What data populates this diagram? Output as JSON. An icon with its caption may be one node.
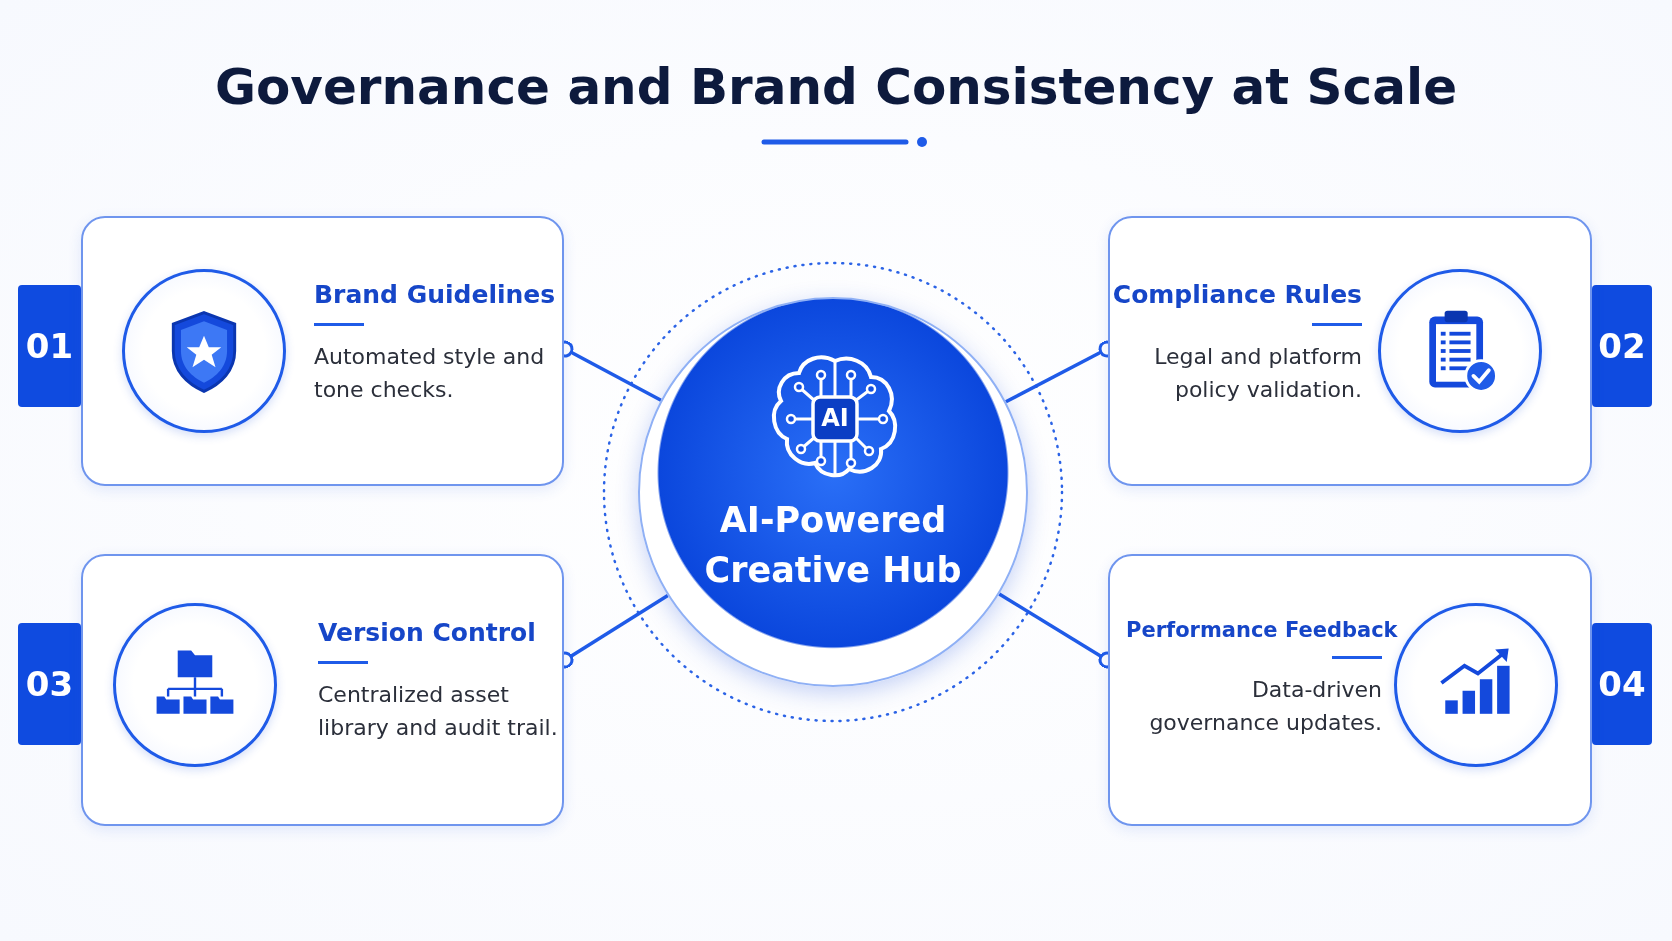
{
  "diagram": {
    "title": "Governance and Brand Consistency at Scale",
    "nodes": [
      {
        "text": [
          "AI-Powered Creative Hub"
        ]
      },
      {
        "text": [
          "Brand Guidelines",
          "Automated style and tone checks."
        ],
        "beside": [
          "01"
        ]
      },
      {
        "text": [
          "Compliance Rules",
          "Legal and platform policy validation."
        ],
        "beside": [
          "02"
        ]
      },
      {
        "text": [
          "Version Control",
          "Centralized asset library and audit trail."
        ],
        "beside": [
          "03"
        ]
      },
      {
        "text": [
          "Performance Feedback",
          "Data-driven governance updates."
        ],
        "beside": [
          "04"
        ]
      }
    ],
    "edges": [
      {
        "from": 0,
        "to": 1,
        "arrow": "other"
      },
      {
        "from": 0,
        "to": 2,
        "arrow": "other"
      },
      {
        "from": 0,
        "to": 3,
        "arrow": "other"
      },
      {
        "from": 0,
        "to": 4,
        "arrow": "other"
      }
    ],
    "labels": [
      "AI"
    ]
  }
}
